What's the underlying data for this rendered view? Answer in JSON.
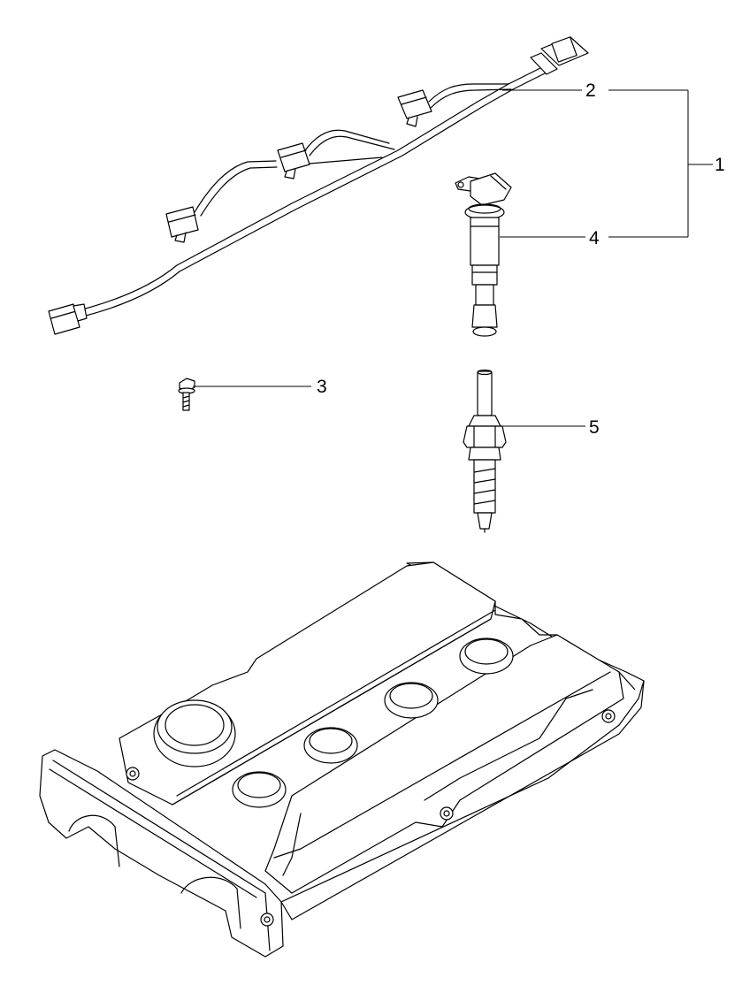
{
  "callouts": {
    "c1": "1",
    "c2": "2",
    "c3": "3",
    "c4": "4",
    "c5": "5"
  },
  "parts": [
    {
      "ref": "1",
      "icon": "bracket-group-callout"
    },
    {
      "ref": "2",
      "icon": "wiring-harness-icon"
    },
    {
      "ref": "3",
      "icon": "bolt-icon"
    },
    {
      "ref": "4",
      "icon": "ignition-coil-icon"
    },
    {
      "ref": "5",
      "icon": "spark-plug-icon"
    }
  ],
  "colors": {
    "line": "#000000",
    "background": "#ffffff"
  }
}
